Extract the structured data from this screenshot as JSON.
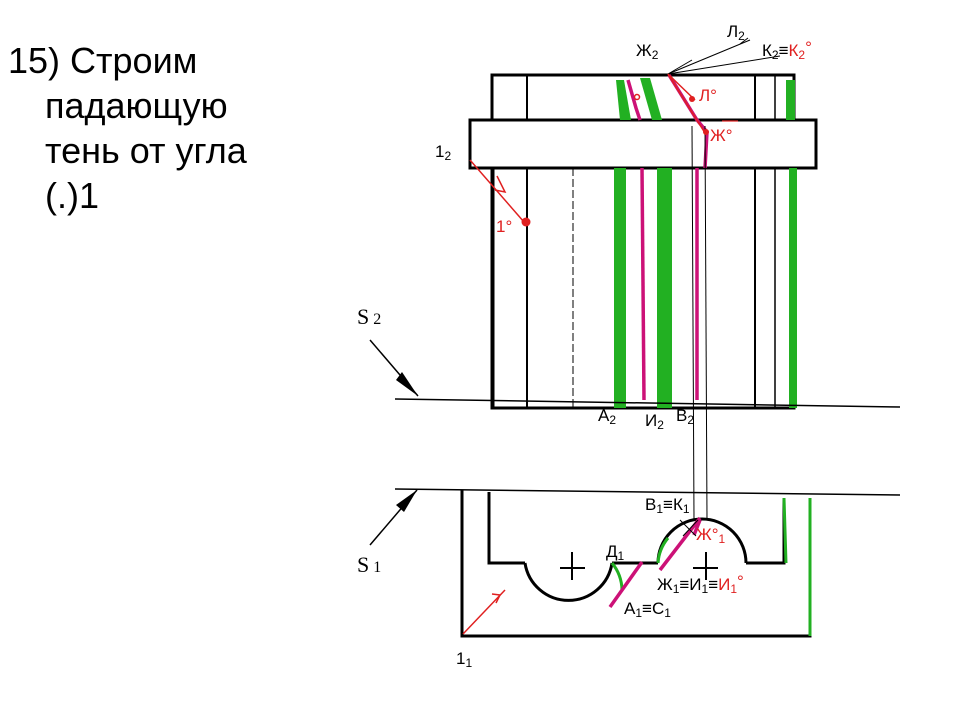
{
  "heading": {
    "line1": "15) Строим",
    "line2": "падающую",
    "line3": "тень от угла",
    "line4": "(.)1"
  },
  "colors": {
    "outline": "#000000",
    "shadow_fill": "#22b022",
    "shadow_edge": "#cc1177",
    "construction": "#e02020"
  },
  "labels": {
    "zh2": {
      "main": "Ж",
      "sub": "2"
    },
    "l2": {
      "main": "Л",
      "sub": "2"
    },
    "k2": {
      "main": "К",
      "sub": "2",
      "eq": "≡",
      "red": "К",
      "red_sub": "2",
      "deg": "°"
    },
    "l0": {
      "text": "Л°"
    },
    "zh0": {
      "text": "Ж°"
    },
    "p12": {
      "main": "1",
      "sub": "2"
    },
    "p1deg": {
      "text": "1°"
    },
    "s2": {
      "main": "S",
      "sub": "2"
    },
    "a2": {
      "main": "А",
      "sub": "2"
    },
    "i2": {
      "main": "И",
      "sub": "2"
    },
    "b2": {
      "main": "В",
      "sub": "2"
    },
    "b1k1": {
      "main": "В",
      "sub": "1",
      "eq": "≡К",
      "sub2": "1"
    },
    "zh01": {
      "text": "Ж°",
      "sub": "1"
    },
    "d1": {
      "main": "Д",
      "sub": "1"
    },
    "zh1i1": {
      "main": "Ж",
      "sub": "1",
      "eq": "≡И",
      "sub2": "1",
      "eq2": "≡",
      "red": "И",
      "red_sub": "1",
      "deg": "°"
    },
    "a1c1": {
      "main": "А",
      "sub": "1",
      "eq": "≡С",
      "sub2": "1"
    },
    "s1": {
      "main": "S",
      "sub": "1"
    },
    "p11": {
      "main": "1",
      "sub": "1"
    }
  }
}
